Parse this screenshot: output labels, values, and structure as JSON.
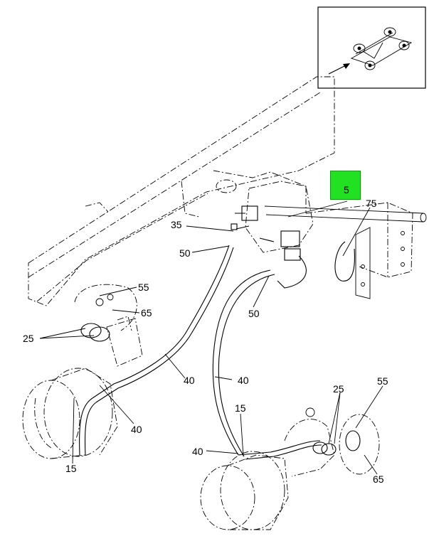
{
  "callouts": {
    "c5": "5",
    "c75": "75",
    "c35": "35",
    "c50a": "50",
    "c50b": "50",
    "c55a": "55",
    "c65a": "65",
    "c25a": "25",
    "c40a": "40",
    "c40b": "40",
    "c40c": "40",
    "c40d": "40",
    "c15a": "15",
    "c15b": "15",
    "c25b": "25",
    "c55b": "55",
    "c65b": "65"
  },
  "highlight_color": "#22e022"
}
